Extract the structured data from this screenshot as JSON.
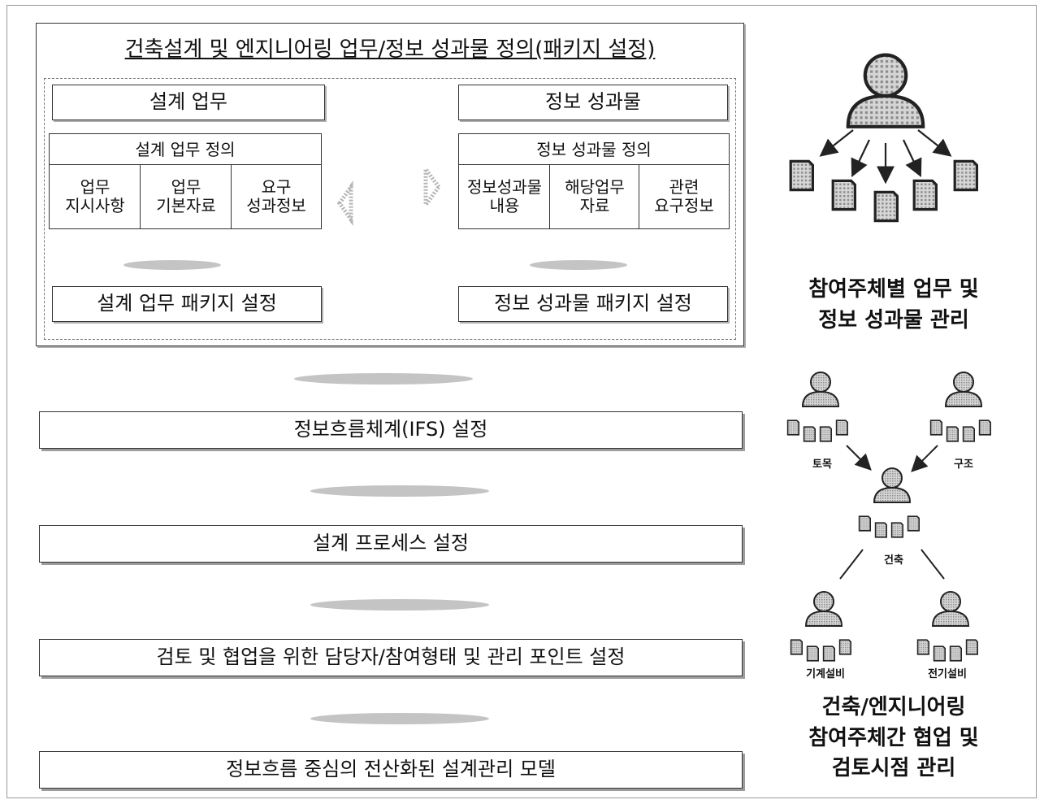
{
  "title": "건축설계 및 엔지니어링 업무/정보 성과물 정의(패키지 설정)",
  "left_section": {
    "header": "설계 업무",
    "definition": "설계 업무 정의",
    "cells": [
      "업무\n지시사항",
      "업무\n기본자료",
      "요구\n성과정보"
    ],
    "package": "설계 업무 패키지 설정"
  },
  "right_section": {
    "header": "정보 성과물",
    "definition": "정보 성과물 정의",
    "cells": [
      "정보성과물\n내용",
      "해당업무\n자료",
      "관련\n요구정보"
    ],
    "package": "정보 성과물 패키지 설정"
  },
  "steps": [
    "정보흐름체계(IFS) 설정",
    "설계 프로세스 설정",
    "검토 및 협업을 위한 담당자/참여형태 및 관리 포인트 설정",
    "정보흐름 중심의 전산화된 설계관리 모델"
  ],
  "caption_top": "참여주체별 업무 및\n정보 성과물 관리",
  "collab_labels": [
    "토목",
    "구조",
    "건축",
    "기계설비",
    "전기설비"
  ],
  "caption_bottom": "건축/엔지니어링\n참여주체간 협업 및\n검토시점 관리"
}
